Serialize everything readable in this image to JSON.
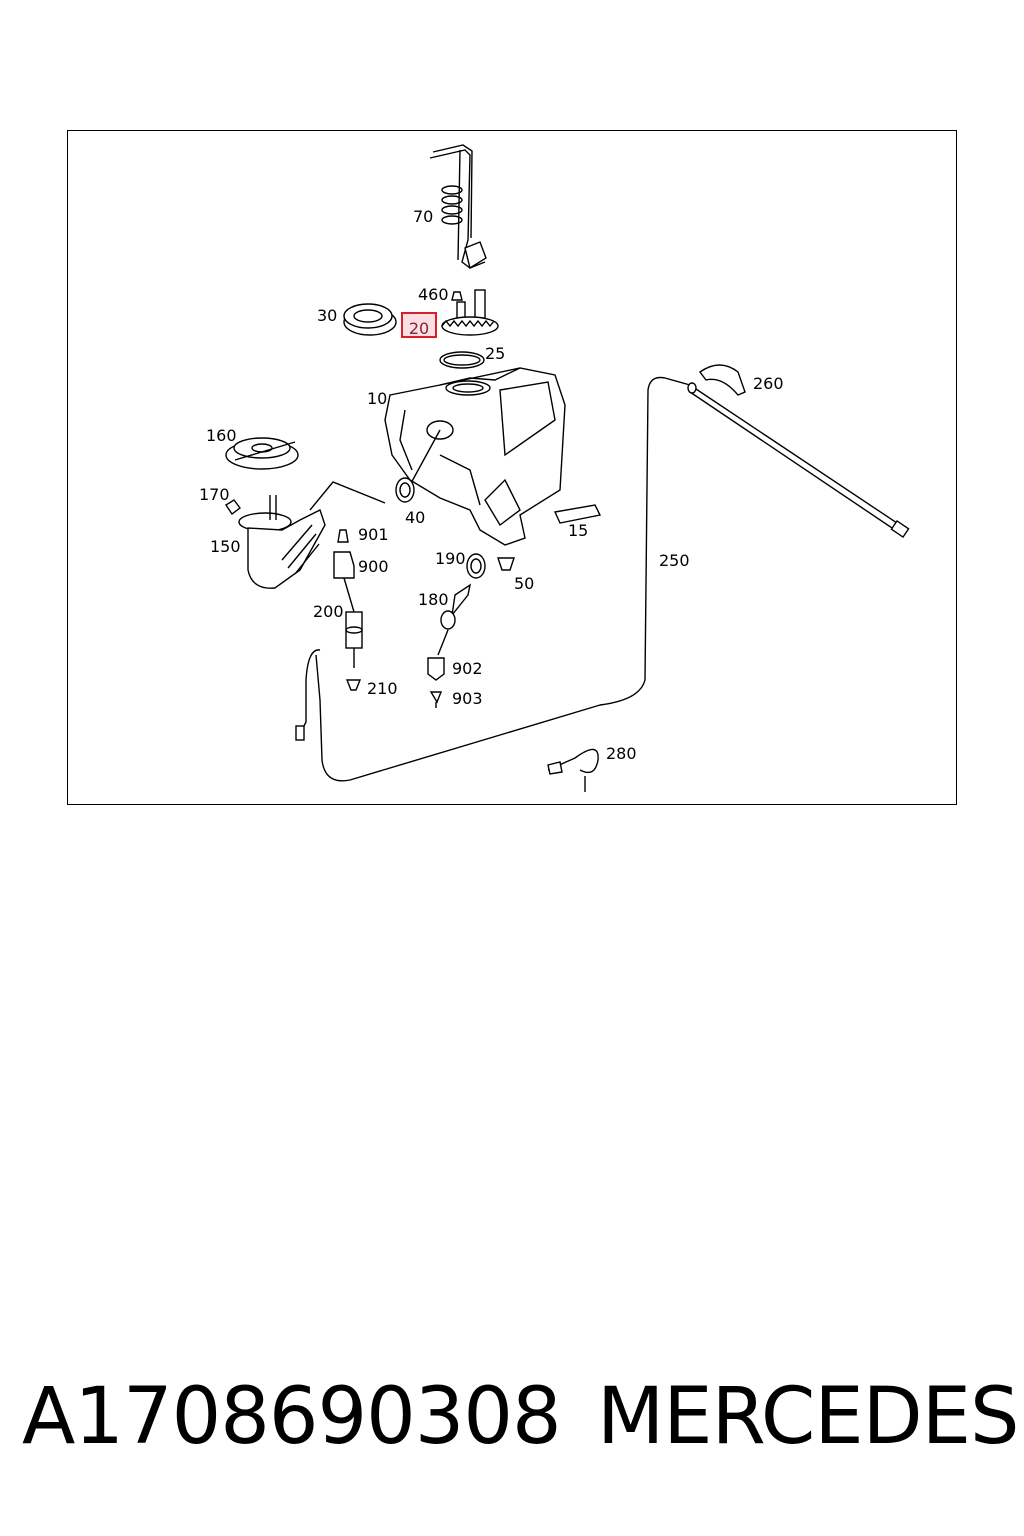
{
  "diagram": {
    "highlighted_part": "20",
    "callouts": [
      "70",
      "460",
      "30",
      "20",
      "25",
      "260",
      "10",
      "160",
      "40",
      "170",
      "15",
      "901",
      "150",
      "900",
      "190",
      "50",
      "250",
      "180",
      "200",
      "902",
      "210",
      "903",
      "280"
    ]
  },
  "footer": {
    "part_number": "A1708690308",
    "brand": "MERCEDES"
  },
  "colors": {
    "highlight_border": "#d81e2b",
    "highlight_text": "#8a2230"
  }
}
